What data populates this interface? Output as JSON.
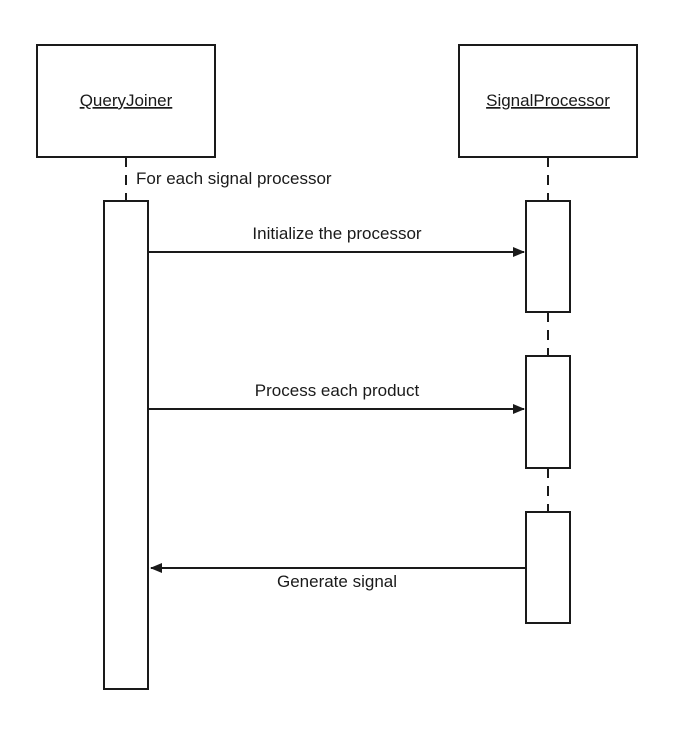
{
  "diagram": {
    "participants": [
      {
        "id": "query-joiner",
        "name": "QueryJoiner"
      },
      {
        "id": "signal-processor",
        "name": "SignalProcessor"
      }
    ],
    "loop_label": "For each signal processor",
    "messages": [
      {
        "from": "QueryJoiner",
        "to": "SignalProcessor",
        "label": "Initialize the processor"
      },
      {
        "from": "QueryJoiner",
        "to": "SignalProcessor",
        "label": "Process each product"
      },
      {
        "from": "SignalProcessor",
        "to": "QueryJoiner",
        "label": "Generate signal"
      }
    ]
  }
}
